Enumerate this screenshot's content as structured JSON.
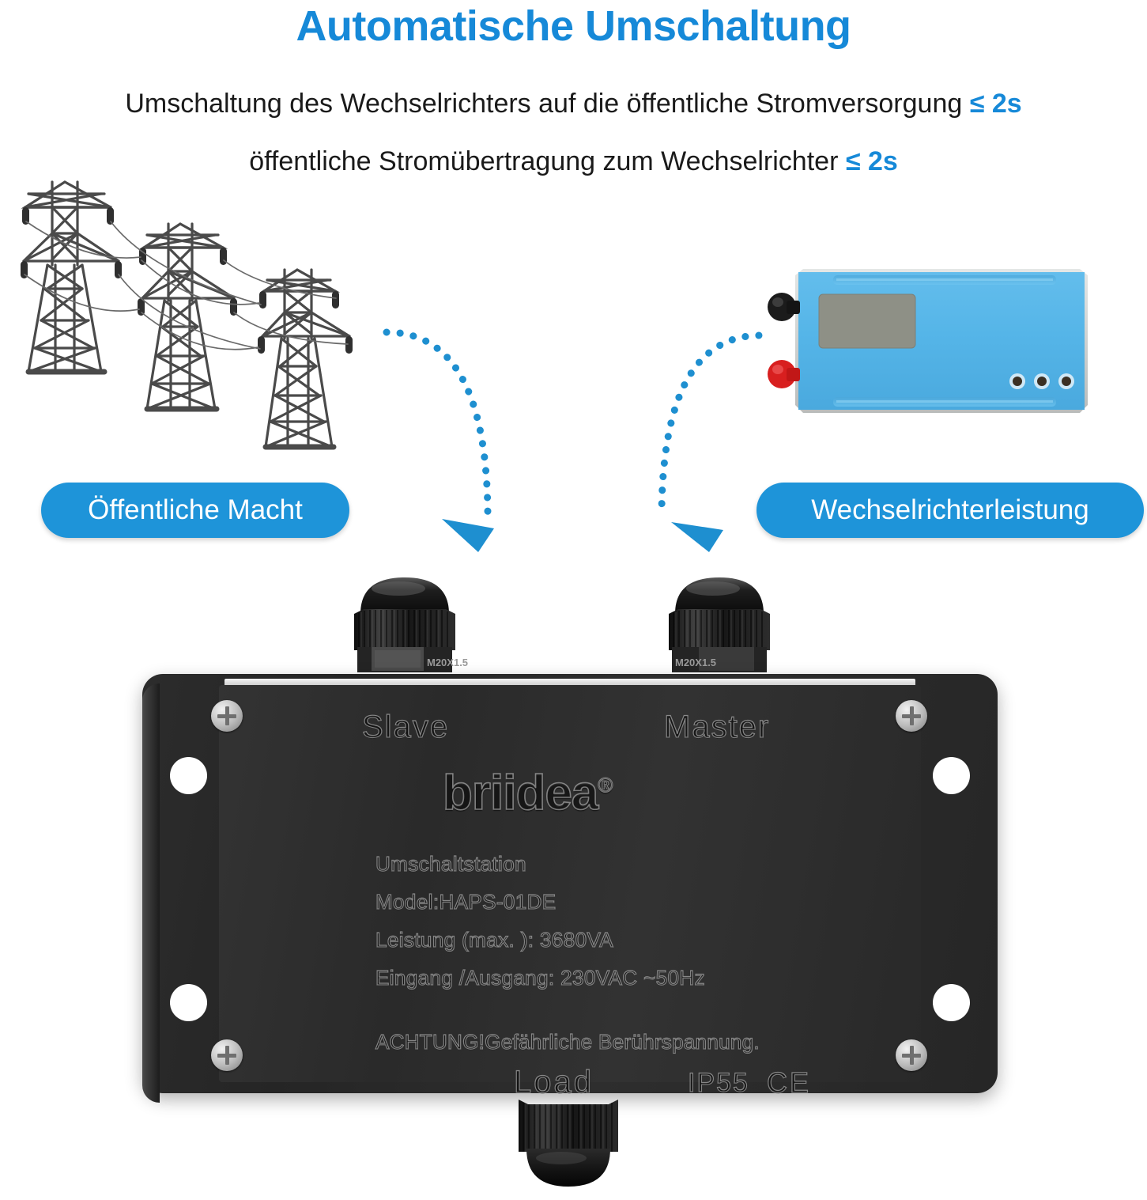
{
  "header": {
    "title": "Automatische Umschaltung",
    "line1_text": "Umschaltung des Wechselrichters auf die öffentliche Stromversorgung",
    "line1_value": "≤ 2s",
    "line2_text": "öffentliche Stromübertragung zum Wechselrichter",
    "line2_value": "≤ 2s"
  },
  "labels": {
    "grid_pill": "Öffentliche Macht",
    "inverter_pill": "Wechselrichterleistung"
  },
  "device": {
    "port_slave": "Slave",
    "port_master": "Master",
    "brand": "briidea",
    "brand_mark": "®",
    "specs": [
      "Umschaltstation",
      "Model:HAPS-01DE",
      "Leistung (max. ): 3680VA",
      "Eingang /Ausgang: 230VAC ~50Hz"
    ],
    "warning": "ACHTUNG!Gefährliche Berührspannung.",
    "port_load": "Load",
    "ip_rating": "IP55",
    "ce_mark": "CE",
    "gland_thread": "M20X1.5"
  },
  "colors": {
    "accent_blue": "#1689d8",
    "pill_blue": "#1e94d9",
    "arrow_blue": "#1e8fd0",
    "inverter_body": "#57b7e8",
    "enclosure_black": "#2a2a2a",
    "tower_gray": "#4a4a4a",
    "terminal_red": "#d81f1f",
    "terminal_black": "#181818",
    "lcd_gray": "#8e9086"
  },
  "icons": {
    "grid": "power-transmission-tower-icon",
    "inverter": "inverter-device-icon",
    "arrow_left": "dotted-curved-arrow-icon",
    "arrow_right": "dotted-curved-arrow-icon",
    "screw": "phillips-screw-icon",
    "ce": "ce-mark-icon"
  }
}
